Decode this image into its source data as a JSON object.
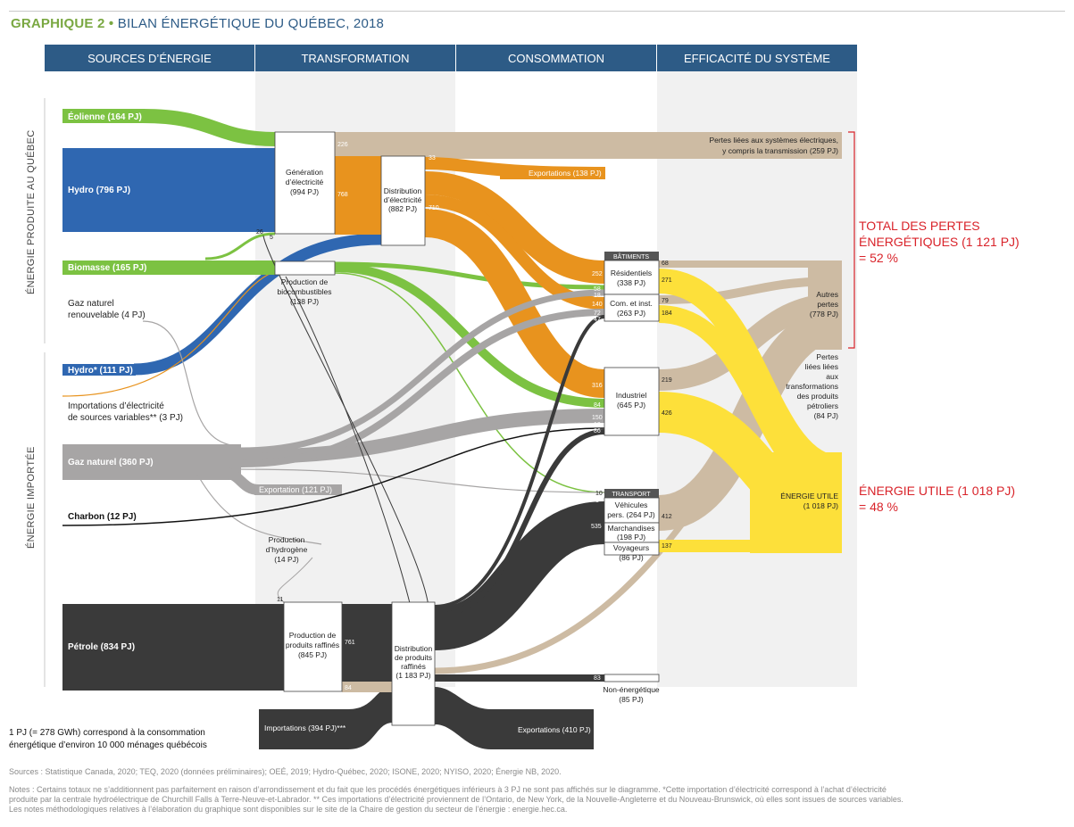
{
  "title": {
    "tag": "GRAPHIQUE 2 •",
    "text": "BILAN ÉNERGÉTIQUE DU QUÉBEC, 2018"
  },
  "headers": [
    "SOURCES D’ÉNERGIE",
    "TRANSFORMATION",
    "CONSOMMATION",
    "EFFICACITÉ DU SYSTÈME"
  ],
  "side_labels": {
    "produced": "ÉNERGIE PRODUITE AU QUÉBEC",
    "imported": "ÉNERGIE IMPORTÉE"
  },
  "sources": {
    "eolienne": "Éolienne (164 PJ)",
    "hydro": "Hydro (796 PJ)",
    "biomasse": "Biomasse (165 PJ)",
    "gaz_renouvelable_1": "Gaz naturel",
    "gaz_renouvelable_2": "renouvelable (4 PJ)",
    "hydro_import": "Hydro* (111 PJ)",
    "import_elec_1": "Importations d’électricité",
    "import_elec_2": "de sources variables** (3 PJ)",
    "gaz_naturel": "Gaz naturel (360 PJ)",
    "charbon": "Charbon (12 PJ)",
    "petrole": "Pétrole (834 PJ)"
  },
  "transformation": {
    "gen_elec": [
      "Génération",
      "d’électricité",
      "(994 PJ)"
    ],
    "dist_elec": [
      "Distribution",
      "d’électricité",
      "(882 PJ)"
    ],
    "biocomb": [
      "Production de",
      "biocombustibles",
      "(138 PJ)"
    ],
    "hydrogene": [
      "Production",
      "d’hydrogène",
      "(14 PJ)"
    ],
    "raffines": [
      "Production de",
      "produits raffinés",
      "(845 PJ)"
    ],
    "dist_raffines": [
      "Distribution",
      "de produits",
      "raffinés",
      "(1 183 PJ)"
    ],
    "exportation_gaz": "Exportation (121 PJ)",
    "importations_petrole": "Importations (394 PJ)***",
    "exportations_petrole": "Exportations (410 PJ)",
    "exportations_elec": "Exportations (138 PJ)"
  },
  "consumption": {
    "batiments": "BÂTIMENTS",
    "residentiels": [
      "Résidentiels",
      "(338 PJ)"
    ],
    "com_inst": [
      "Com. et inst.",
      "(263 PJ)"
    ],
    "industriel": [
      "Industriel",
      "(645 PJ)"
    ],
    "transport": "TRANSPORT",
    "vehicules": [
      "Véhicules",
      "pers. (264 PJ)"
    ],
    "marchandises": [
      "Marchandises",
      "(198 PJ)"
    ],
    "voyageurs": [
      "Voyageurs",
      "(86 PJ)"
    ],
    "non_energetique": [
      "Non-énergétique",
      "(85 PJ)"
    ]
  },
  "efficiency": {
    "pertes_elec": [
      "Pertes liées aux systèmes électriques,",
      "y compris la transmission (259 PJ)"
    ],
    "autres_pertes": [
      "Autres",
      "pertes",
      "(778 PJ)"
    ],
    "pertes_petrole": [
      "Pertes",
      "liées liées",
      "aux",
      "transformations",
      "des produits",
      "pétroliers",
      "(84 PJ)"
    ],
    "energie_utile": [
      "ÉNERGIE UTILE",
      "(1 018 PJ)"
    ],
    "total_pertes": [
      "TOTAL DES PERTES",
      "ÉNERGÉTIQUES (1 121 PJ)",
      "= 52 %"
    ],
    "total_utile": [
      "ÉNERGIE UTILE (1 018 PJ)",
      "= 48 %"
    ]
  },
  "flow_values": {
    "v226": "226",
    "v768": "768",
    "v33": "33",
    "v710": "710",
    "v5": "5",
    "v26": "26",
    "v252": "252",
    "v58": "58",
    "v18": "18",
    "v140": "140",
    "v72": "72",
    "v47": "47",
    "v316": "316",
    "v84": "84",
    "v150": "150",
    "v10a": "10",
    "v86": "86",
    "v10b": "10",
    "v3": "3",
    "v535": "535",
    "v761": "761",
    "v84b": "84",
    "v83": "83",
    "v11": "11",
    "v68": "68",
    "v271": "271",
    "v79": "79",
    "v184": "184",
    "v219": "219",
    "v426": "426",
    "v412": "412",
    "v137": "137"
  },
  "colors": {
    "header": "#2d5b86",
    "green": "#7cc242",
    "blue": "#2f67b1",
    "orange": "#e8931e",
    "gray": "#a7a5a5",
    "dark": "#3a3a3a",
    "tan": "#cdbba3",
    "yellow": "#fde03a",
    "red": "#d9232a"
  },
  "notes": {
    "unit_1": "1 PJ (= 278 GWh) correspond à la consommation",
    "unit_2": "énergétique d’environ 10 000 ménages québécois",
    "sources": "Sources : Statistique Canada, 2020; TEQ, 2020 (données préliminaires); OEÉ, 2019; Hydro-Québec, 2020; ISONE, 2020; NYISO, 2020; Énergie NB, 2020.",
    "notes_1": "Notes : Certains totaux ne s’additionnent pas parfaitement en raison d’arrondissement et du fait que les procédés énergétiques inférieurs à 3 PJ ne sont pas affichés sur le diagramme. *Cette importation d’électricité correspond à l’achat d’électricité",
    "notes_2": "produite par la centrale hydroélectrique de Churchill Falls à Terre-Neuve-et-Labrador. ** Ces importations d’électricité proviennent de l’Ontario, de New York, de la Nouvelle-Angleterre et du Nouveau-Brunswick, où elles sont issues de sources variables.",
    "notes_3": "Les notes méthodologiques relatives à l’élaboration du graphique sont disponibles sur le site de la Chaire de gestion du secteur de l’énergie : energie.hec.ca."
  }
}
